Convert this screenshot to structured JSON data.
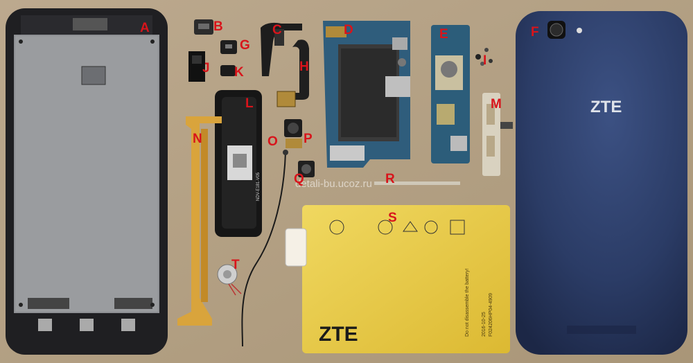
{
  "labels": {
    "a": "A",
    "b": "B",
    "c": "C",
    "d": "D",
    "e": "E",
    "f": "F",
    "g": "G",
    "h": "H",
    "i": "I",
    "j": "J",
    "k": "K",
    "l": "L",
    "m": "M",
    "n": "N",
    "o": "O",
    "p": "P",
    "q": "Q",
    "r": "R",
    "s": "S",
    "t": "T"
  },
  "watermark": "detali-bu.ucoz.ru",
  "back_cover_brand": "ZTE",
  "battery": {
    "brand": "ZTE",
    "warning": "Do not disassemble the battery!",
    "date": "2016-10-25",
    "serial": "F024206HP04-4909"
  },
  "speaker_marking": "NDV-E181-V05",
  "colors": {
    "label_red": "#d8141b",
    "background_cardboard": "#b5a389",
    "back_cover_blue": "#2b3c66",
    "battery_yellow": "#e8c840",
    "pcb_blue": "#2f5d7c"
  }
}
